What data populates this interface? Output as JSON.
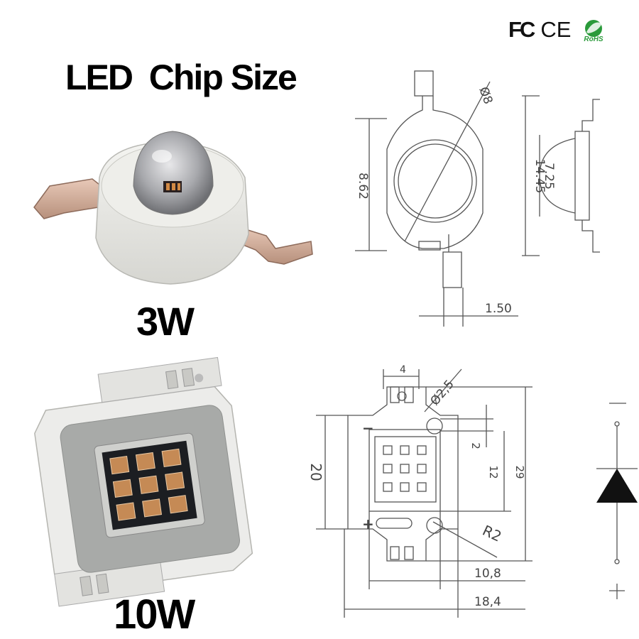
{
  "title": "LED  Chip Size",
  "certifications": {
    "fc": "FC",
    "ce": "CE",
    "rohs": "RoHS"
  },
  "products": [
    {
      "label": "3W"
    },
    {
      "label": "10W"
    }
  ],
  "dims_3w": {
    "front_height": "8.62",
    "lens_diameter": "Ø8",
    "side_height": "14.45",
    "lens_height": "7.25",
    "pin_width": "1.50"
  },
  "dims_10w": {
    "pin_spacing": "4",
    "hole_diameter": "Ø2,5",
    "height": "20",
    "pad_height": "2",
    "die_height": "12",
    "total_height": "29",
    "corner_radius": "R2",
    "inner_width": "10,8",
    "total_width": "18,4",
    "minus": "−",
    "plus": "+"
  },
  "symbol": {
    "name": "diode-symbol"
  }
}
